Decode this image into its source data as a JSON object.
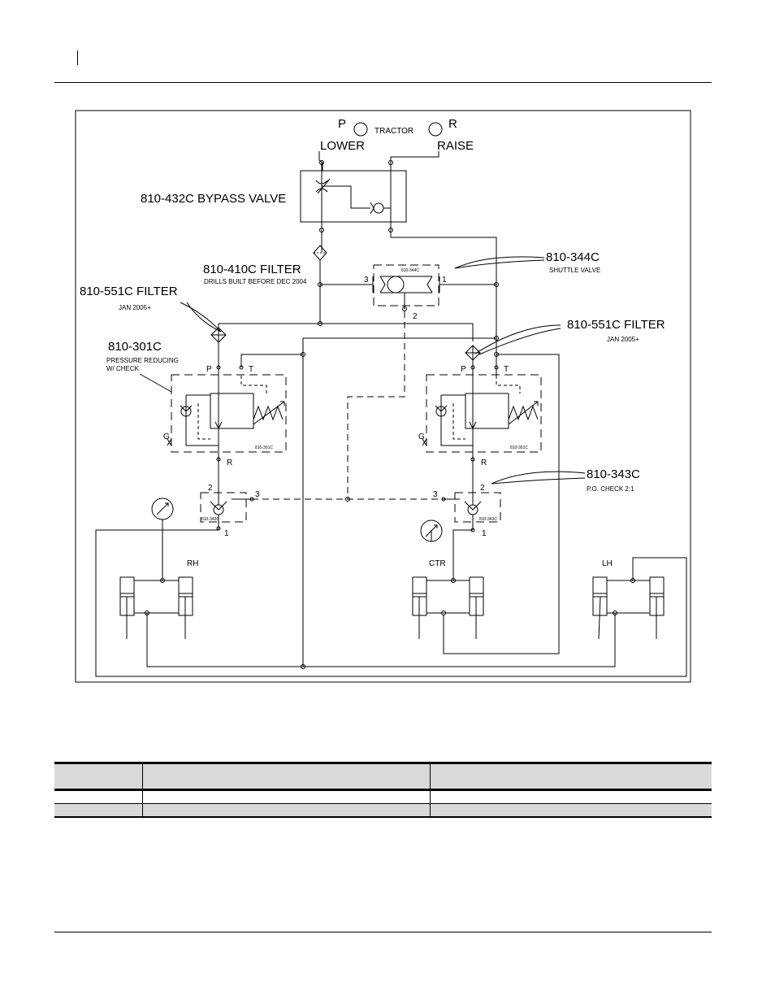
{
  "labels": {
    "p": "P",
    "tractor": "TRACTOR",
    "r": "R",
    "lower": "LOWER",
    "raise": "RAISE",
    "bypass_valve": "810-432C BYPASS VALVE",
    "filter_410": "810-410C FILTER",
    "filter_410_note": "DRILLS BUILT BEFORE DEC 2004",
    "filter_551_left": "810-551C FILTER",
    "filter_551_left_note": "JAN 2005+",
    "shuttle_part": "810-344C",
    "shuttle_desc": "SHUTTLE VALVE",
    "shuttle_inner": "810-344C",
    "filter_551_right": "810-551C FILTER",
    "filter_551_right_note": "JAN 2005+",
    "reducer_part": "810-301C",
    "reducer_desc_1": "PRESSURE REDUCING",
    "reducer_desc_2": "W/ CHECK",
    "reducer_inner_left": "810-301C",
    "reducer_inner_right": "810-301C",
    "port_p": "P",
    "port_t": "T",
    "port_g": "G",
    "port_r": "R",
    "num_1": "1",
    "num_2": "2",
    "num_3": "3",
    "pocheck_part": "810-343C",
    "pocheck_desc": "P.O. CHECK  2:1",
    "pocheck_inner": "810-343C",
    "rh": "RH",
    "ctr": "CTR",
    "lh": "LH"
  },
  "table": {
    "headers": [
      "",
      "",
      ""
    ],
    "rows": [
      [
        "",
        "",
        ""
      ],
      [
        "",
        "",
        ""
      ]
    ]
  }
}
